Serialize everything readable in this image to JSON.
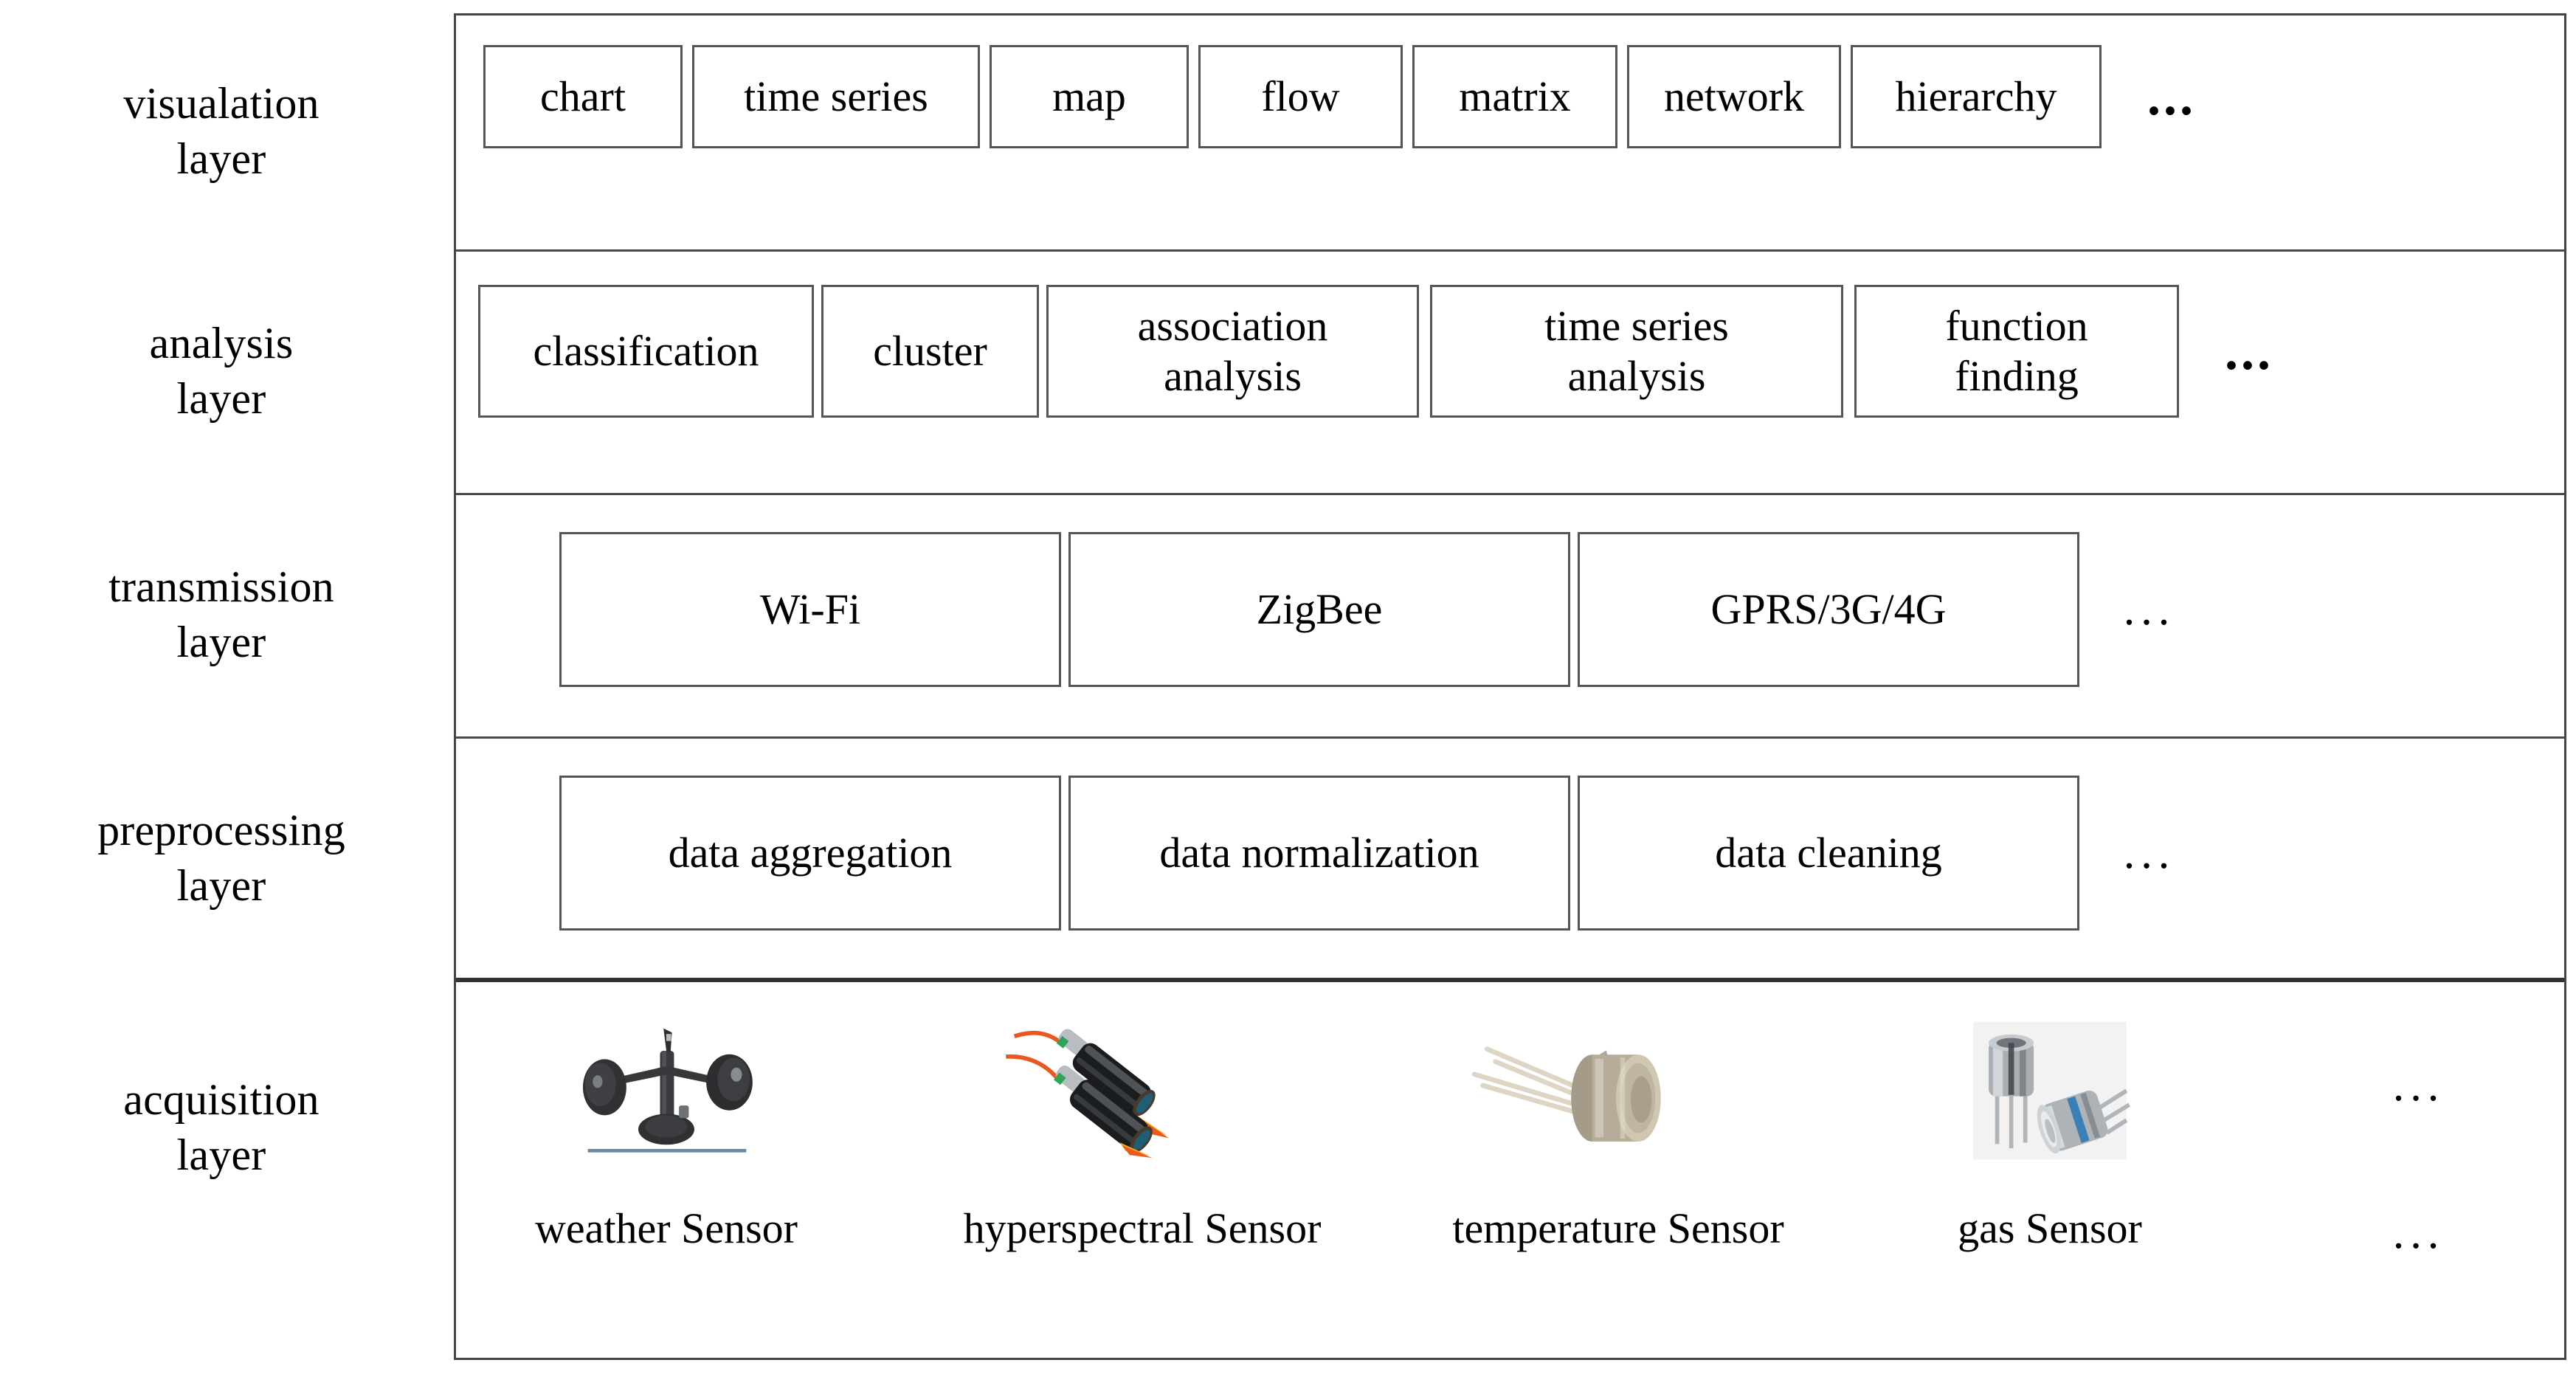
{
  "diagram": {
    "title": "layered IoT data architecture",
    "layers": [
      {
        "id": "visualation",
        "label_line1": "visualation",
        "label_line2": "layer",
        "items": [
          "chart",
          "time series",
          "map",
          "flow",
          "matrix",
          "network",
          "hierarchy"
        ],
        "ellipsis": "...",
        "ellipsis_style": "bold"
      },
      {
        "id": "analysis",
        "label_line1": "analysis",
        "label_line2": "layer",
        "items": [
          "classification",
          "cluster",
          "association\nanalysis",
          "time series\nanalysis",
          "function\nfinding"
        ],
        "ellipsis": "...",
        "ellipsis_style": "bold"
      },
      {
        "id": "transmission",
        "label_line1": "transmission",
        "label_line2": "layer",
        "items": [
          "Wi-Fi",
          "ZigBee",
          "GPRS/3G/4G"
        ],
        "ellipsis": "...",
        "ellipsis_style": "light"
      },
      {
        "id": "preprocessing",
        "label_line1": "preprocessing",
        "label_line2": "layer",
        "items": [
          "data aggregation",
          "data normalization",
          "data cleaning"
        ],
        "ellipsis": "...",
        "ellipsis_style": "light"
      },
      {
        "id": "acquisition",
        "label_line1": "acquisition",
        "label_line2": "layer",
        "sensors": [
          {
            "label": "weather Sensor",
            "icon": "anemometer-sensor-icon"
          },
          {
            "label": "hyperspectral Sensor",
            "icon": "fiber-optic-probe-sensor-icon"
          },
          {
            "label": "temperature Sensor",
            "icon": "to-can-temperature-sensor-icon"
          },
          {
            "label": "gas Sensor",
            "icon": "to-can-gas-sensor-icon"
          }
        ],
        "ellipsis_art": "...",
        "ellipsis_label": "..."
      }
    ],
    "colors": {
      "border": "#4a4a4a",
      "box_border": "#555555",
      "text": "#000000",
      "background": "#ffffff",
      "weather_underline": "#6a8ba4"
    }
  }
}
